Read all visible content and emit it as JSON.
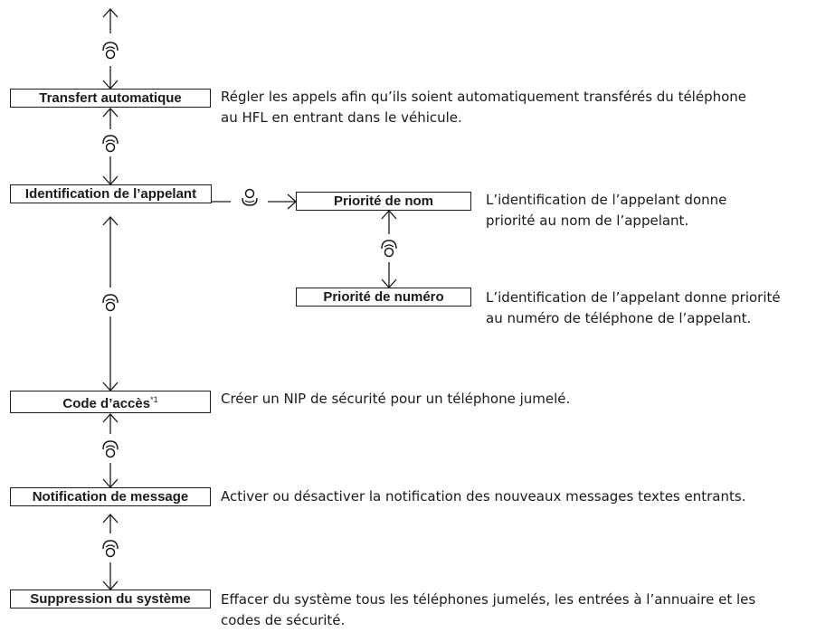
{
  "menu": {
    "items": [
      {
        "label": "Transfert automatique",
        "description": [
          "Régler les appels afin qu’ils soient automatiquement transférés du téléphone",
          "au HFL en entrant dans le véhicule."
        ]
      },
      {
        "label": "Identification de l’appelant",
        "description": []
      },
      {
        "label": "Code d’accès",
        "footnote": "*1",
        "description": [
          "Créer un NIP de sécurité pour un téléphone jumelé."
        ]
      },
      {
        "label": "Notification de message",
        "description": [
          "Activer ou désactiver la notification des nouveaux messages textes entrants."
        ]
      },
      {
        "label": "Suppression du système",
        "description": [
          "Effacer du système tous les téléphones jumelés, les entrées à l’annuaire et les",
          "codes de sécurité."
        ]
      }
    ],
    "submenu": [
      {
        "label": "Priorité de nom",
        "description": [
          "L’identification de l’appelant donne",
          "priorité au nom de l’appelant."
        ]
      },
      {
        "label": "Priorité de numéro",
        "description": [
          "L’identification de l’appelant donne priorité",
          "au numéro de téléphone de l’appelant."
        ]
      }
    ]
  },
  "icons": {
    "rotate": "rotate-knob-icon",
    "press": "press-knob-icon"
  },
  "colors": {
    "line": "#1a1a1a",
    "background": "#ffffff"
  }
}
